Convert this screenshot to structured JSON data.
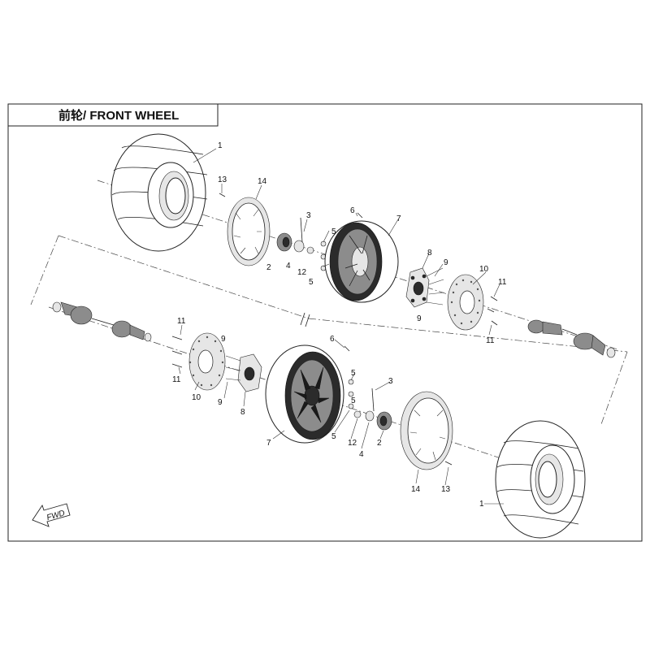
{
  "title": "前轮/ FRONT WHEEL",
  "fwd_label": "FWD",
  "callouts": {
    "top": [
      "1",
      "13",
      "14",
      "3",
      "4",
      "2",
      "5",
      "12",
      "5",
      "6",
      "7",
      "8",
      "9",
      "9",
      "10",
      "11",
      "11"
    ],
    "bottom": [
      "11",
      "11",
      "10",
      "9",
      "9",
      "8",
      "6",
      "5",
      "5",
      "3",
      "7",
      "5",
      "12",
      "4",
      "2",
      "14",
      "13",
      "1"
    ]
  }
}
